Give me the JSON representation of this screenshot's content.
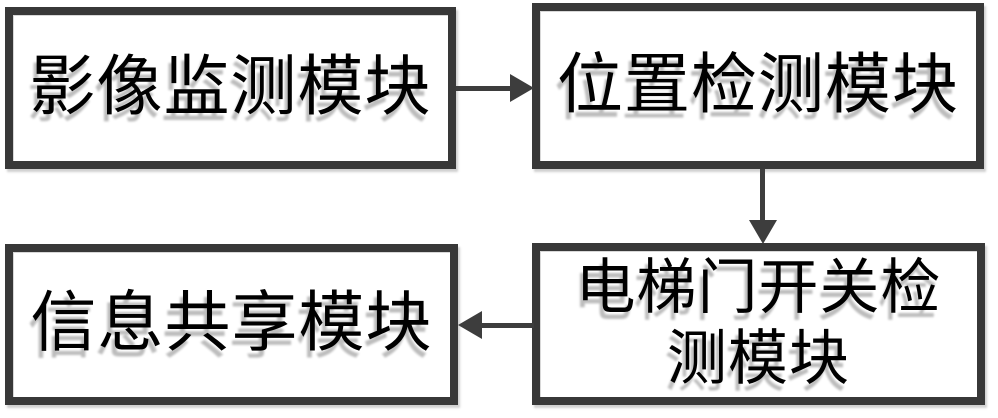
{
  "diagram": {
    "type": "flowchart",
    "colors": {
      "background": "#ffffff",
      "node_border": "#383838",
      "node_fill": "#ffffff",
      "arrow": "#3d3d3d",
      "text": "#000000",
      "text_shadow": "#bdbdbd"
    },
    "nodes": [
      {
        "id": "image-monitoring-module",
        "label": "影像监测模块"
      },
      {
        "id": "position-detection-module",
        "label": "位置检测模块"
      },
      {
        "id": "elevator-door-switch-detection-module",
        "label": "电梯门开关检\n测模块"
      },
      {
        "id": "information-sharing-module",
        "label": "信息共享模块"
      }
    ],
    "edges": [
      {
        "from": "image-monitoring-module",
        "to": "position-detection-module",
        "direction": "right"
      },
      {
        "from": "position-detection-module",
        "to": "elevator-door-switch-detection-module",
        "direction": "down"
      },
      {
        "from": "elevator-door-switch-detection-module",
        "to": "information-sharing-module",
        "direction": "left"
      }
    ]
  }
}
